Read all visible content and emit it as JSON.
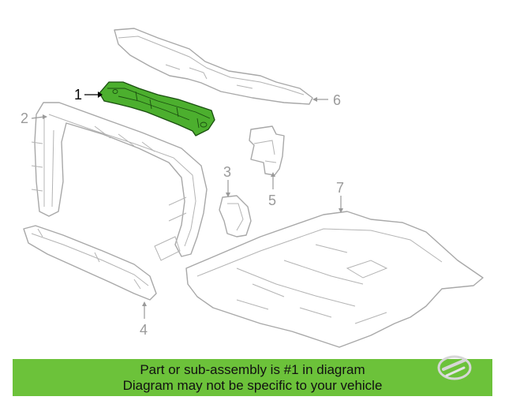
{
  "diagram": {
    "callouts": [
      "1",
      "2",
      "3",
      "4",
      "5",
      "6",
      "7"
    ],
    "highlighted_part": "1",
    "colors": {
      "highlight_fill": "#4caf2e",
      "highlight_stroke": "#1a4f10",
      "outline": "#a8a8a8",
      "banner": "#6cc23a"
    }
  },
  "banner": {
    "line1": "Part or sub-assembly is #1 in diagram",
    "line2": "Diagram may not be specific to your vehicle"
  },
  "watermark": {
    "icon": "logo-watermark-icon"
  }
}
